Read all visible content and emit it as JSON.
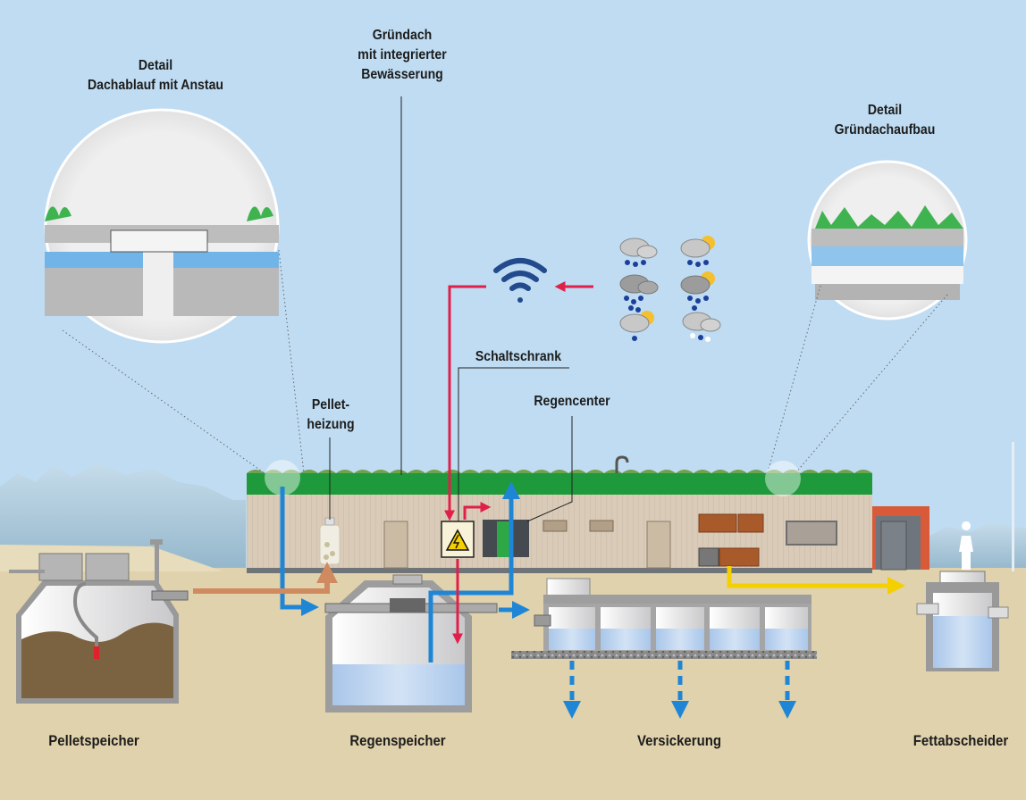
{
  "title": "Regenwassermanagement Gebäudeschema",
  "colors": {
    "sky": "#bfdcf2",
    "ground": "#e0d2ac",
    "green_roof": "#1e9a3c",
    "facade": "#d9cbb8",
    "rain_water_arrow": "#1f86d6",
    "signal_arrow": "#e0204a",
    "pellet_arrow": "#d08a60",
    "grease_arrow": "#f5d000",
    "water_fill": "#b8d2ee",
    "pellet_fill": "#7b6240"
  },
  "labels": {
    "detail_roof_drain": [
      "Detail",
      "Dachablauf mit Anstau"
    ],
    "green_roof": [
      "Gründach",
      "mit integrierter",
      "Bewässerung"
    ],
    "detail_green_roof": [
      "Detail",
      "Gründachaufbau"
    ],
    "pellet_heating": [
      "Pellet-",
      "heizung"
    ],
    "control_cabinet": "Schaltschrank",
    "rain_center": "Regencenter",
    "pellet_storage": "Pelletspeicher",
    "rain_storage": "Regenspeicher",
    "infiltration": "Versickerung",
    "grease_separator": "Fettabscheider"
  },
  "icons": {
    "wifi": "wifi-icon",
    "weather": [
      "rain-heavy-icon",
      "rain-sun-icon",
      "rain-dark-icon",
      "rain-sun-dark-icon",
      "rain-light-sun-icon",
      "sleet-icon"
    ],
    "warning": "high-voltage-warning-icon"
  }
}
